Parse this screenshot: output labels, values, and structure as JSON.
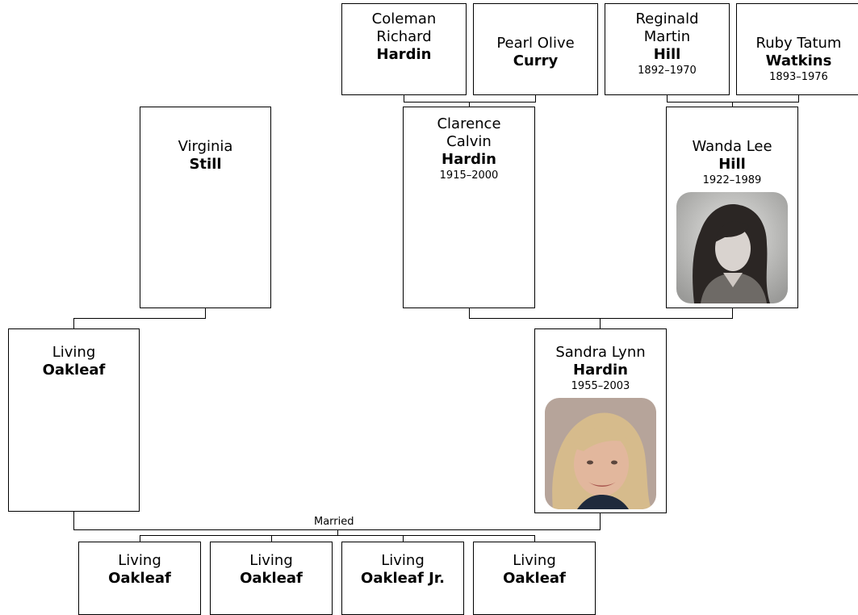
{
  "people": {
    "coleman": {
      "given": "Coleman Richard",
      "surname": "Hardin",
      "dates": ""
    },
    "pearl": {
      "given": "Pearl Olive",
      "surname": "Curry",
      "dates": ""
    },
    "reginald": {
      "given": "Reginald Martin",
      "surname": "Hill",
      "dates": "1892–1970"
    },
    "ruby": {
      "given": "Ruby Tatum",
      "surname": "Watkins",
      "dates": "1893–1976"
    },
    "virginia": {
      "given": "Virginia",
      "surname": "Still",
      "dates": ""
    },
    "clarence": {
      "given": "Clarence Calvin",
      "surname": "Hardin",
      "dates": "1915–2000"
    },
    "wanda": {
      "given": "Wanda Lee",
      "surname": "Hill",
      "dates": "1922–1989"
    },
    "living_father": {
      "given": "Living",
      "surname": "Oakleaf",
      "dates": ""
    },
    "sandra": {
      "given": "Sandra Lynn",
      "surname": "Hardin",
      "dates": "1955–2003"
    },
    "child1": {
      "given": "Living",
      "surname": "Oakleaf",
      "dates": ""
    },
    "child2": {
      "given": "Living",
      "surname": "Oakleaf",
      "dates": ""
    },
    "child3": {
      "given": "Living",
      "surname": "Oakleaf Jr.",
      "dates": ""
    },
    "child4": {
      "given": "Living",
      "surname": "Oakleaf",
      "dates": ""
    }
  },
  "married_label": "Married"
}
